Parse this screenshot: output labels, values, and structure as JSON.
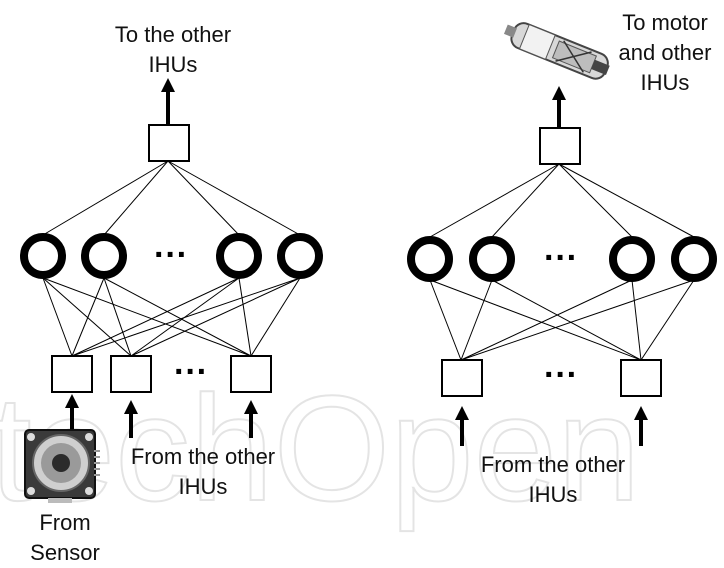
{
  "watermark": "techOpen",
  "left_network": {
    "output_label": [
      "To the other",
      "IHUs"
    ],
    "input_labels": {
      "sensor": [
        "From",
        "Sensor"
      ],
      "other": [
        "From the other",
        "IHUs"
      ]
    },
    "hidden_ellipsis": "···",
    "input_ellipsis": "···",
    "input_icon": "rotary-sensor-icon"
  },
  "right_network": {
    "output_label": [
      "To motor",
      "and other",
      "IHUs"
    ],
    "input_labels": {
      "other": [
        "From the other",
        "IHUs"
      ]
    },
    "hidden_ellipsis": "···",
    "input_ellipsis": "···",
    "output_icon": "motor-icon"
  },
  "colors": {
    "stroke": "#000000",
    "background": "#ffffff",
    "watermark": "#e4e4e4"
  }
}
